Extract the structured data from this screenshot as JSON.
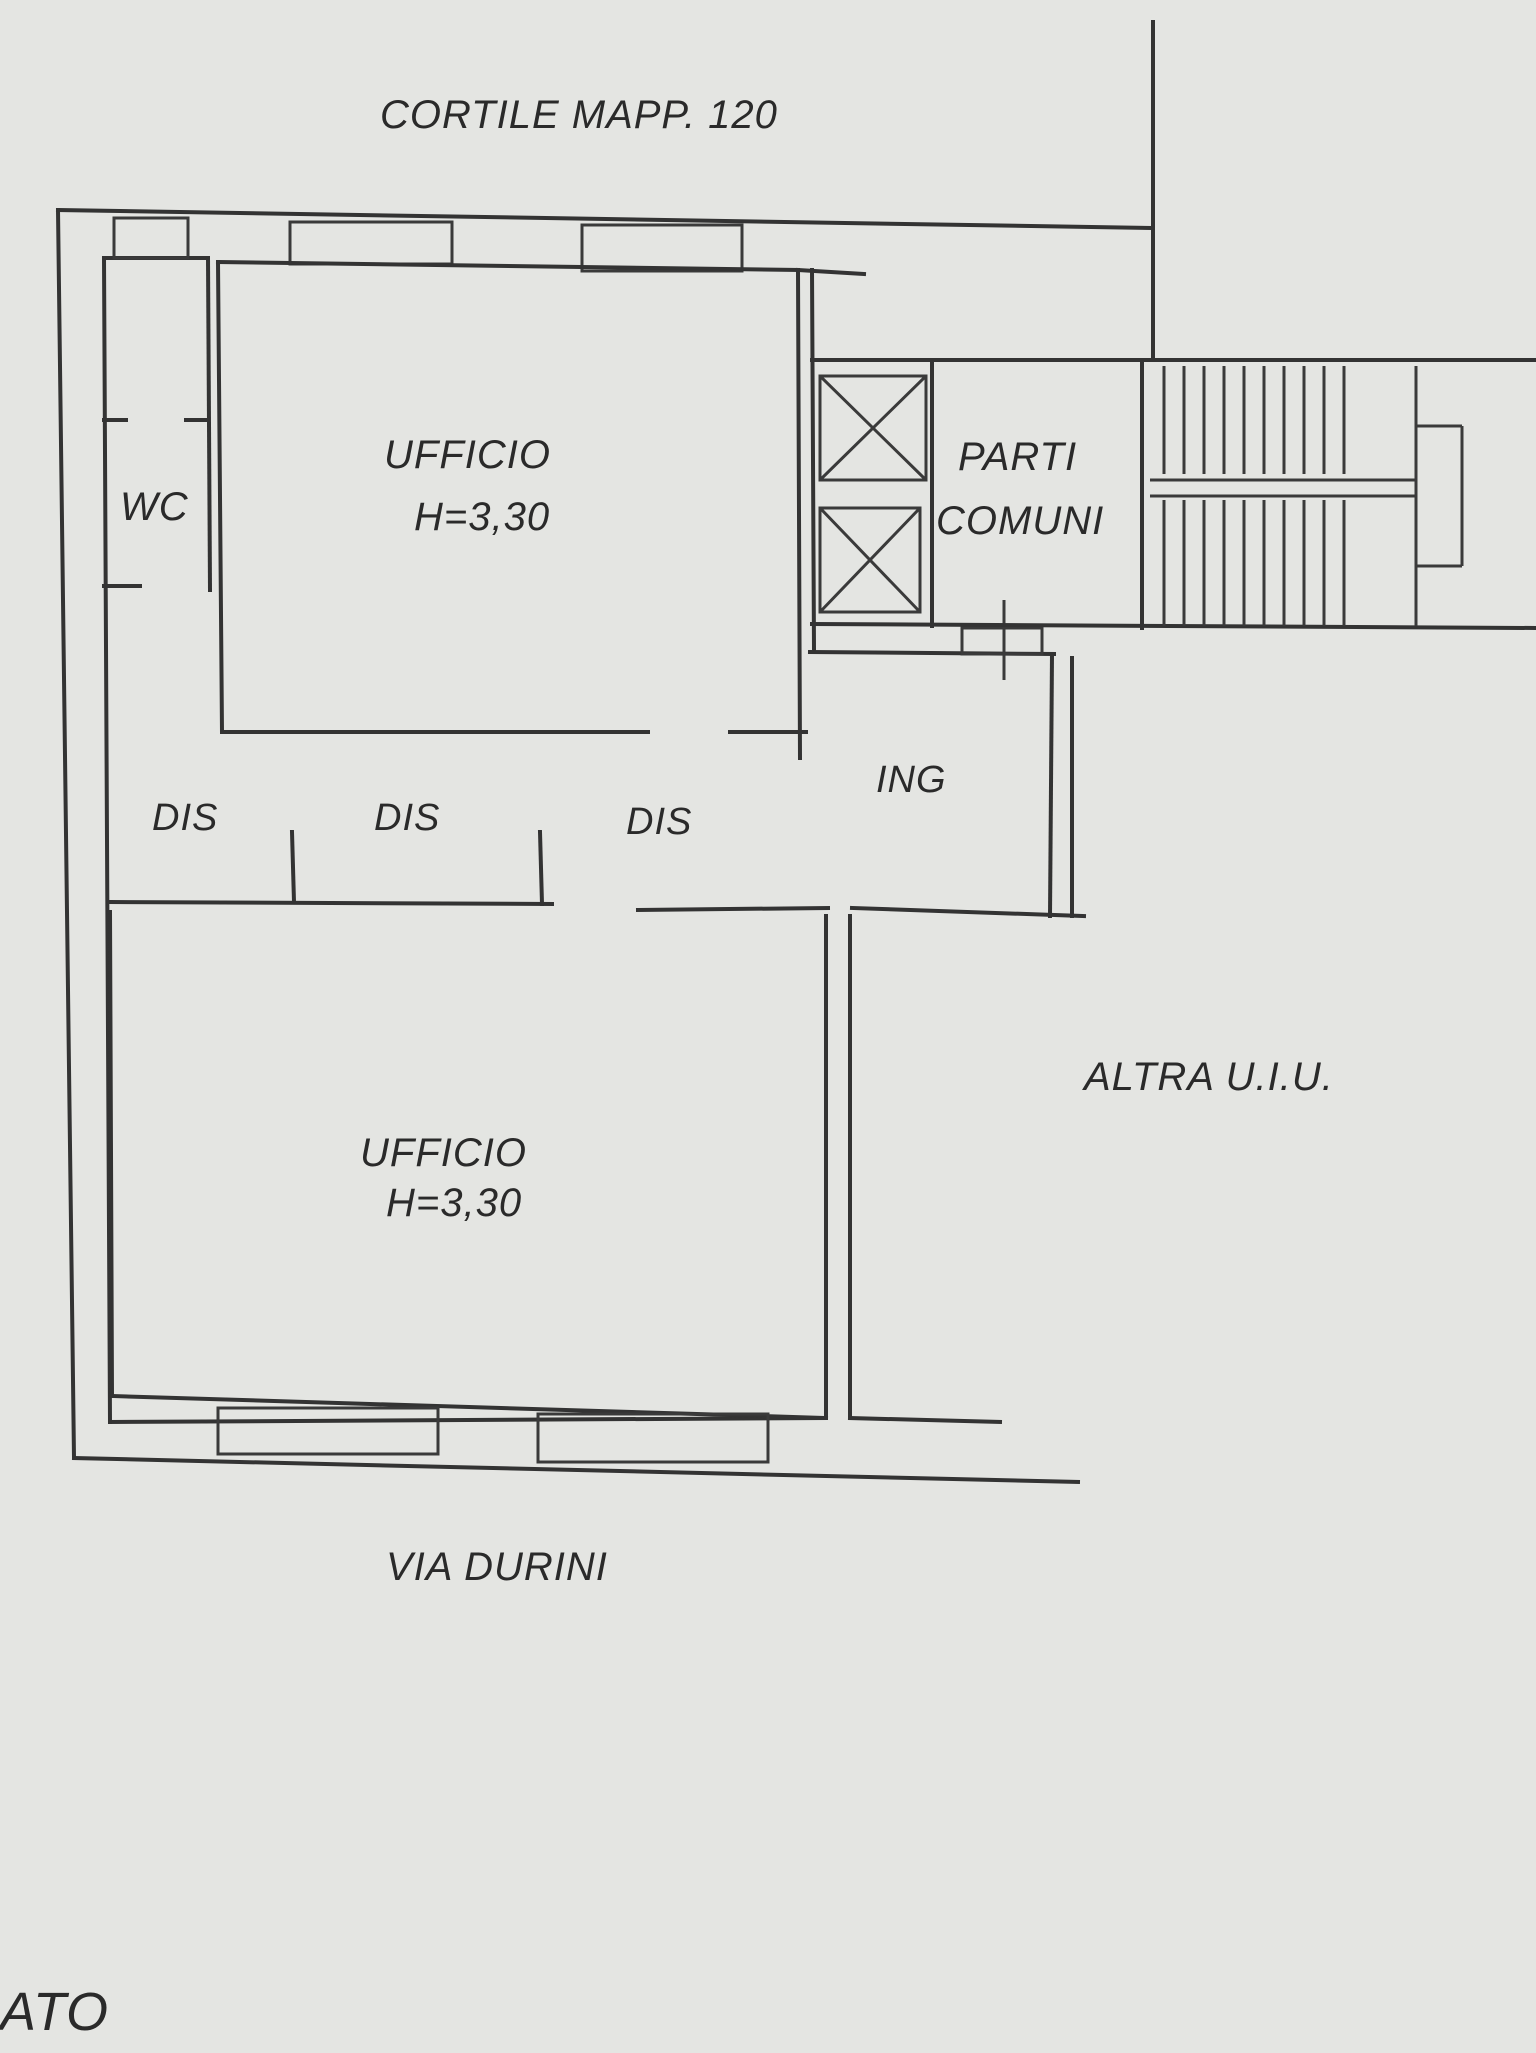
{
  "labels": {
    "courtyard": "CORTILE MAPP. 120",
    "office_top": "UFFICIO",
    "office_top_height": "H=3,30",
    "wc": "WC",
    "common_1": "PARTI",
    "common_2": "COMUNI",
    "dis_1": "DIS",
    "dis_2": "DIS",
    "dis_3": "DIS",
    "entrance": "ING",
    "other_unit": "ALTRA U.I.U.",
    "office_bottom": "UFFICIO",
    "office_bottom_height": "H=3,30",
    "street": "VIA DURINI",
    "corner_fragment": "ATO"
  },
  "colors": {
    "paper": "#e4e5e2",
    "ink": "#333333"
  }
}
